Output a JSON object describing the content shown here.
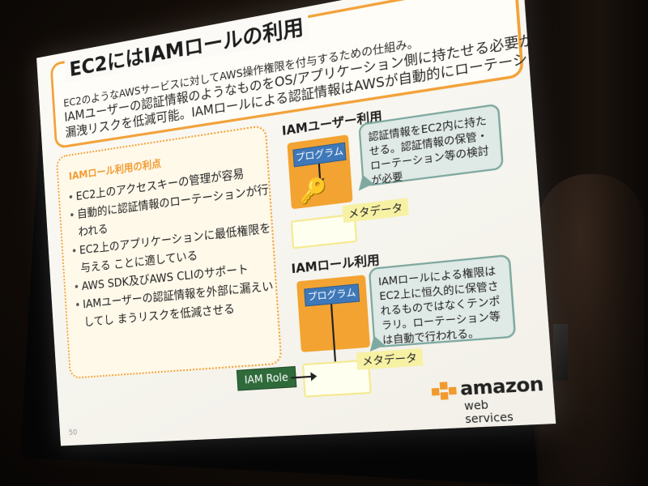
{
  "slide": {
    "title": "EC2にはIAMロールの利用",
    "description": [
      "EC2のようなAWSサービスに対してAWS操作権限を付与するための仕組み。",
      "IAMユーザーの認証情報のようなものをOS/アプリケーション側に持たせる必要がなく、認証情報の",
      "漏洩リスクを低減可能。IAMロールによる認証情報はAWSが自動的にローテーション。"
    ],
    "merits_title": "IAMロール利用の利点",
    "merits": [
      "EC2上のアクセスキーの管理が容易",
      "自動的に認証情報のローテーションが行われる",
      "EC2上のアプリケーションに最低権限を与える ことに適している",
      "AWS SDK及びAWS CLIのサポート",
      "IAMユーザーの認証情報を外部に漏えいしてし まうリスクを低減させる"
    ],
    "iam_user": {
      "title": "IAMユーザー利用",
      "program": "プログラム",
      "metadata": "メタデータ",
      "callout": "認証情報をEC2内に持たせる。認証情報の保管・ローテーション等の検討が必要"
    },
    "iam_role": {
      "title": "IAMロール利用",
      "program": "プログラム",
      "metadata": "メタデータ",
      "role_label": "IAM Role",
      "callout": "IAMロールによる権限はEC2上に恒久的に保管されるものではなくテンポラリ。ローテーション等は自動で行われる。"
    },
    "page_number": "50",
    "logo": {
      "line1": "amazon",
      "line2": "web services"
    }
  },
  "colors": {
    "accent_orange": "#f3a331",
    "program_blue": "#3f78b8",
    "callout_teal": "#dfe9e6",
    "role_green": "#2f6b3a",
    "metadata_yellow": "#f7f1a4"
  }
}
